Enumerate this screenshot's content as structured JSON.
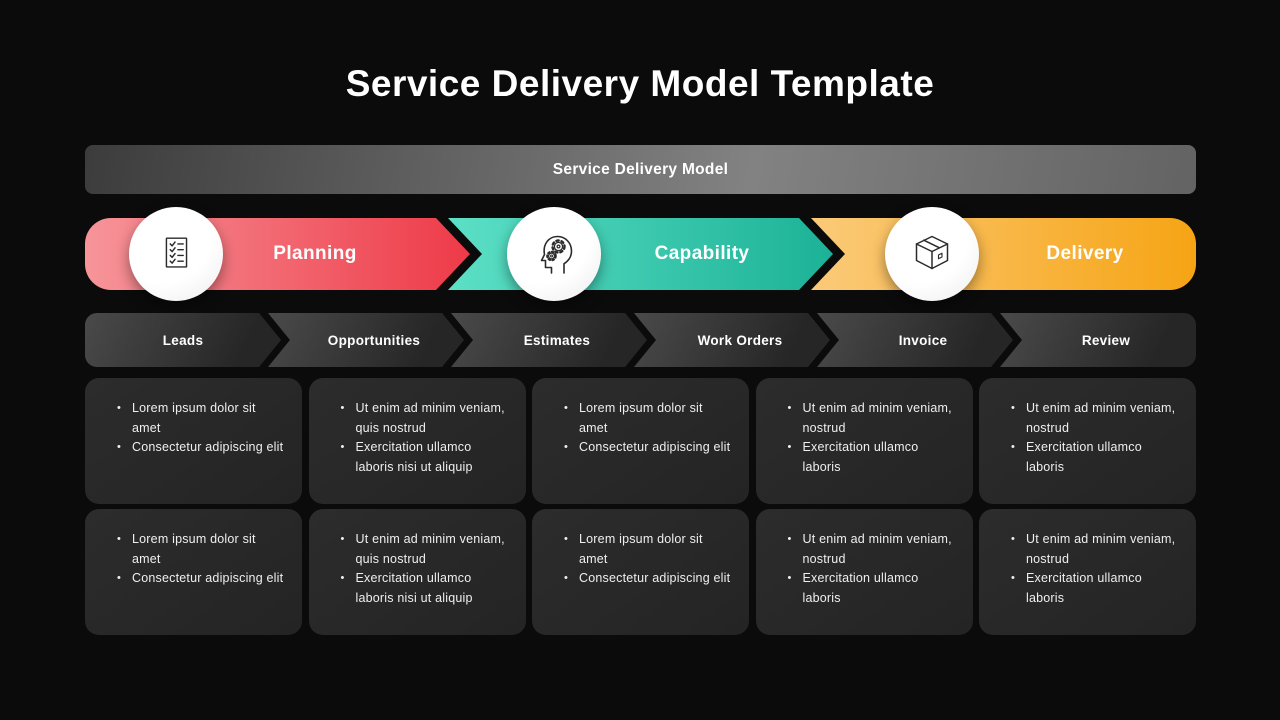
{
  "page": {
    "title": "Service Delivery Model Template"
  },
  "banner": {
    "label": "Service Delivery Model"
  },
  "stages": [
    {
      "label": "Planning",
      "icon": "checklist-icon",
      "color_start": "#F6959A",
      "color_end": "#EE3A48"
    },
    {
      "label": "Capability",
      "icon": "head-gears-icon",
      "color_start": "#5CE0C6",
      "color_end": "#1CB297"
    },
    {
      "label": "Delivery",
      "icon": "package-icon",
      "color_start": "#FBCA79",
      "color_end": "#F6A414"
    }
  ],
  "steps": [
    {
      "label": "Leads"
    },
    {
      "label": "Opportunities"
    },
    {
      "label": "Estimates"
    },
    {
      "label": "Work Orders"
    },
    {
      "label": "Invoice"
    },
    {
      "label": "Review"
    }
  ],
  "cards": {
    "rows": [
      [
        {
          "bullets": [
            "Lorem ipsum dolor sit amet",
            "Consectetur adipiscing elit"
          ]
        },
        {
          "bullets": [
            "Ut enim ad minim veniam, quis nostrud",
            "Exercitation ullamco laboris nisi ut aliquip"
          ]
        },
        {
          "bullets": [
            "Lorem ipsum dolor sit amet",
            "Consectetur adipiscing elit"
          ]
        },
        {
          "bullets": [
            "Ut enim ad minim veniam, nostrud",
            "Exercitation ullamco laboris"
          ]
        },
        {
          "bullets": [
            "Ut enim ad minim veniam, nostrud",
            "Exercitation ullamco laboris"
          ]
        }
      ],
      [
        {
          "bullets": [
            "Lorem ipsum dolor sit amet",
            "Consectetur adipiscing elit"
          ]
        },
        {
          "bullets": [
            "Ut enim ad minim veniam, quis nostrud",
            "Exercitation ullamco laboris nisi ut aliquip"
          ]
        },
        {
          "bullets": [
            "Lorem ipsum dolor sit amet",
            "Consectetur adipiscing elit"
          ]
        },
        {
          "bullets": [
            "Ut enim ad minim veniam, nostrud",
            "Exercitation ullamco laboris"
          ]
        },
        {
          "bullets": [
            "Ut enim ad minim veniam, nostrud",
            "Exercitation ullamco laboris"
          ]
        }
      ]
    ]
  }
}
